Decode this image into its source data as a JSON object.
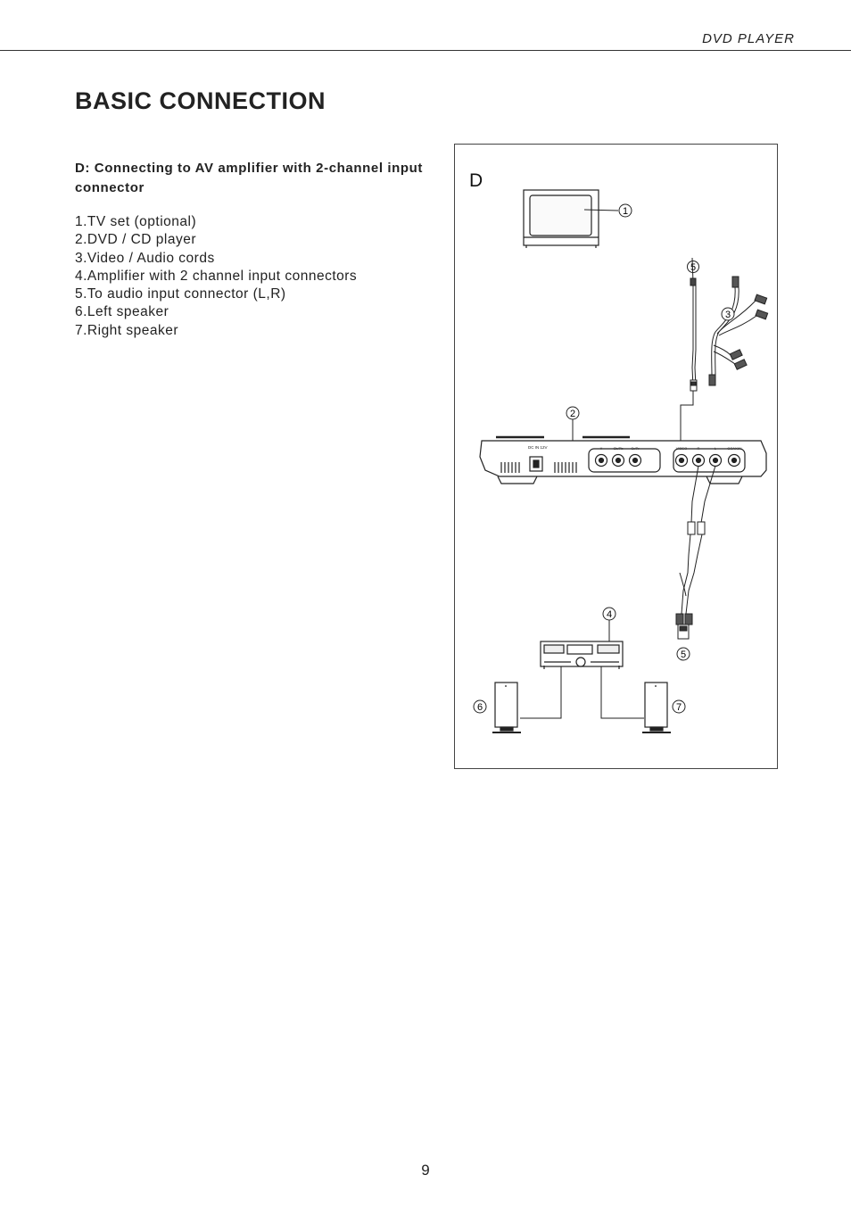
{
  "header": {
    "label": "DVD PLAYER"
  },
  "page": {
    "title": "BASIC CONNECTION",
    "section_heading": "D: Connecting to AV amplifier with 2-channel input connector",
    "legend": [
      "1.TV set (optional)",
      "2.DVD / CD player",
      "3.Video / Audio cords",
      "4.Amplifier with 2 channel input connectors",
      "5.To audio input connector (L,R)",
      "6.Left speaker",
      "7.Right speaker"
    ],
    "page_number": "9"
  },
  "figure": {
    "letter": "D",
    "callouts": [
      "1",
      "2",
      "3",
      "4",
      "5",
      "6",
      "7"
    ],
    "dc_label": "DC IN 12V",
    "jack_labels": [
      "Y",
      "Cb/Pb",
      "Cr/Pr",
      "VIDEO",
      "R",
      "L",
      "COAXIAL"
    ]
  }
}
